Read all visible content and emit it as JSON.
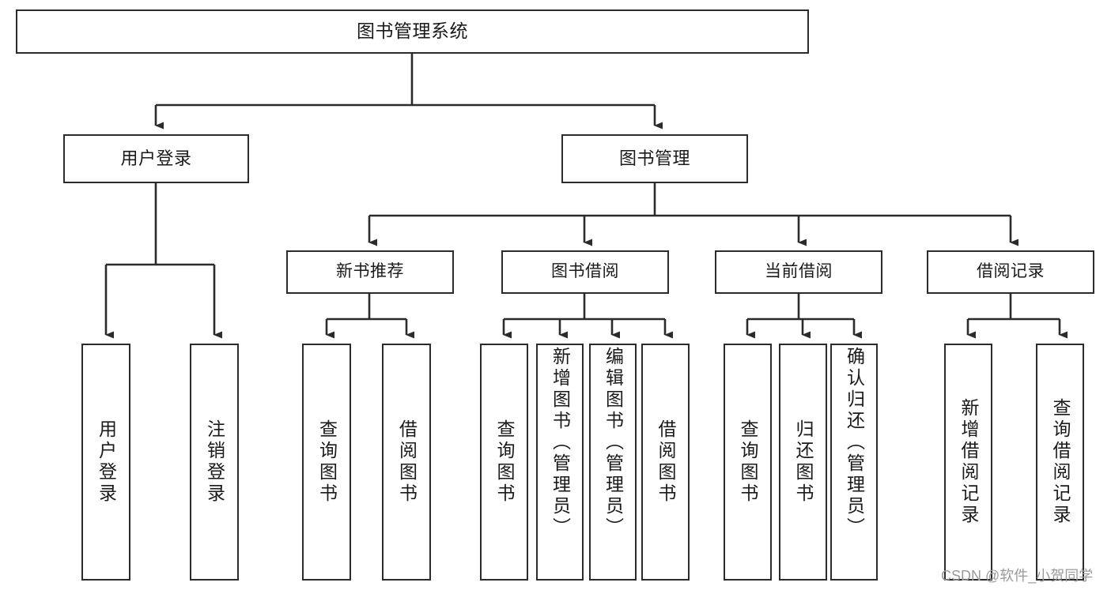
{
  "diagram": {
    "type": "tree",
    "title": "图书管理系统",
    "root": {
      "label": "图书管理系统"
    },
    "level1": [
      {
        "label": "用户登录"
      },
      {
        "label": "图书管理"
      }
    ],
    "level2": [
      {
        "label": "新书推荐",
        "parent": "图书管理"
      },
      {
        "label": "图书借阅",
        "parent": "图书管理"
      },
      {
        "label": "当前借阅",
        "parent": "图书管理"
      },
      {
        "label": "借阅记录",
        "parent": "图书管理"
      }
    ],
    "leaves": [
      {
        "label": "用户登录",
        "parent": "用户登录"
      },
      {
        "label": "注销登录",
        "parent": "用户登录"
      },
      {
        "label": "查询图书",
        "parent": "新书推荐"
      },
      {
        "label": "借阅图书",
        "parent": "新书推荐"
      },
      {
        "label": "查询图书",
        "parent": "图书借阅"
      },
      {
        "label": "新增图书（管理员）",
        "parent": "图书借阅"
      },
      {
        "label": "编辑图书（管理员）",
        "parent": "图书借阅"
      },
      {
        "label": "借阅图书",
        "parent": "图书借阅"
      },
      {
        "label": "查询图书",
        "parent": "当前借阅"
      },
      {
        "label": "归还图书",
        "parent": "当前借阅"
      },
      {
        "label": "确认归还（管理员）",
        "parent": "当前借阅"
      },
      {
        "label": "新增借阅记录",
        "parent": "借阅记录"
      },
      {
        "label": "查询借阅记录",
        "parent": "借阅记录"
      }
    ],
    "colors": {
      "stroke": "#2b2b2b",
      "fill": "#ffffff",
      "text": "#1a1a1a",
      "watermark": "#9a9a9a"
    }
  },
  "watermark": {
    "text": "CSDN @软件_小贺同学"
  }
}
